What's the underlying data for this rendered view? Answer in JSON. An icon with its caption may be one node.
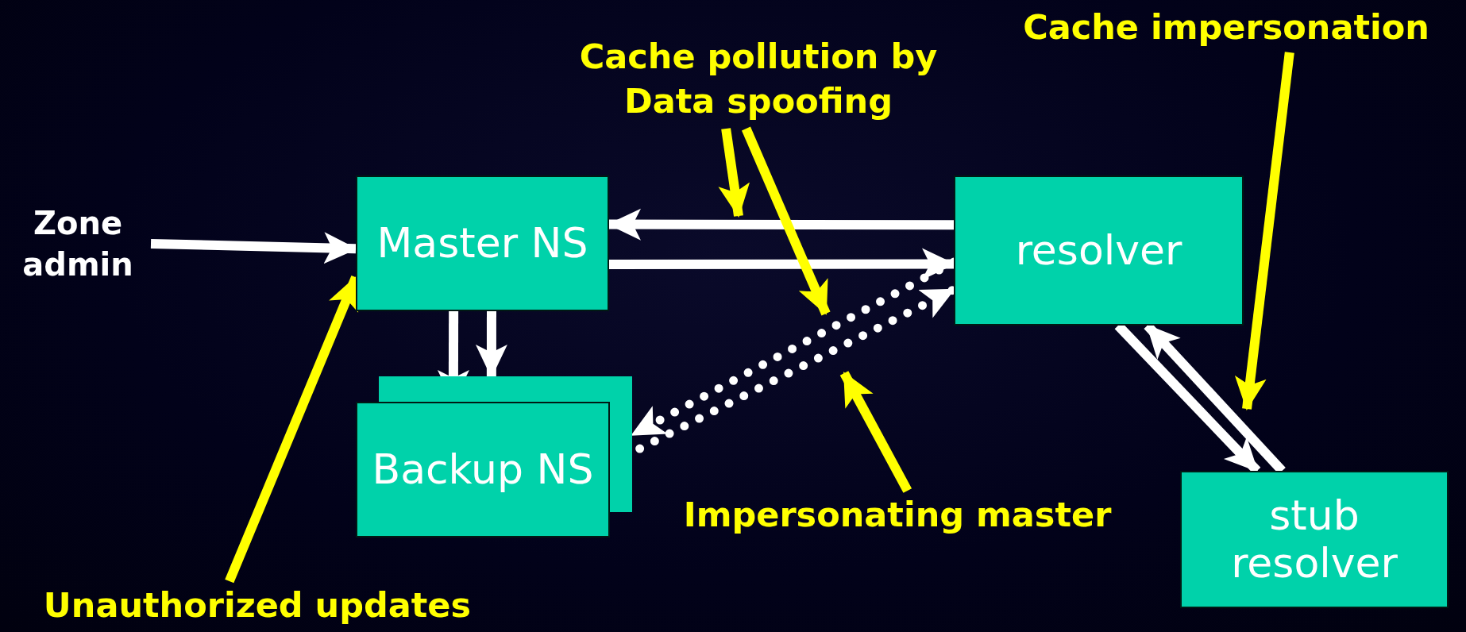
{
  "diagram": {
    "nodes": [
      {
        "text": [
          "Cache impersonation"
        ]
      },
      {
        "text": [
          "Cache pollution by Data spoofing"
        ]
      },
      {
        "text": [
          "Zone admin"
        ]
      },
      {
        "text": [
          "Master NS"
        ]
      },
      {
        "text": [
          "resolver"
        ]
      },
      {
        "text": [
          "Backup NS"
        ]
      },
      {
        "text": [
          "Impersonating master"
        ]
      },
      {
        "text": [
          "stub resolver"
        ]
      },
      {
        "text": [
          "Unauthorized updates"
        ]
      }
    ],
    "edges": [
      {
        "from": 2,
        "to": 3,
        "arrow": "to"
      },
      {
        "from": 4,
        "to": 3,
        "arrow": "to"
      },
      {
        "from": 3,
        "to": 4,
        "arrow": "to"
      },
      {
        "from": 3,
        "to": 5,
        "arrow": "to"
      },
      {
        "from": 3,
        "to": 5,
        "arrow": "to"
      },
      {
        "from": 5,
        "to": 4,
        "arrow": "to",
        "style": "dashed"
      },
      {
        "from": 4,
        "to": 5,
        "arrow": "to",
        "style": "dashed"
      },
      {
        "from": 4,
        "to": 7,
        "arrow": "to"
      },
      {
        "from": 7,
        "to": 4,
        "arrow": "to"
      },
      {
        "from": 1,
        "to": null,
        "arrow": "to",
        "color": "#ffff00"
      },
      {
        "from": 1,
        "to": null,
        "arrow": "to",
        "color": "#ffff00"
      },
      {
        "from": 0,
        "to": null,
        "arrow": "to",
        "color": "#ffff00"
      },
      {
        "from": 6,
        "to": null,
        "arrow": "to",
        "color": "#ffff00"
      },
      {
        "from": 8,
        "to": 3,
        "arrow": "to",
        "color": "#ffff00"
      }
    ]
  }
}
